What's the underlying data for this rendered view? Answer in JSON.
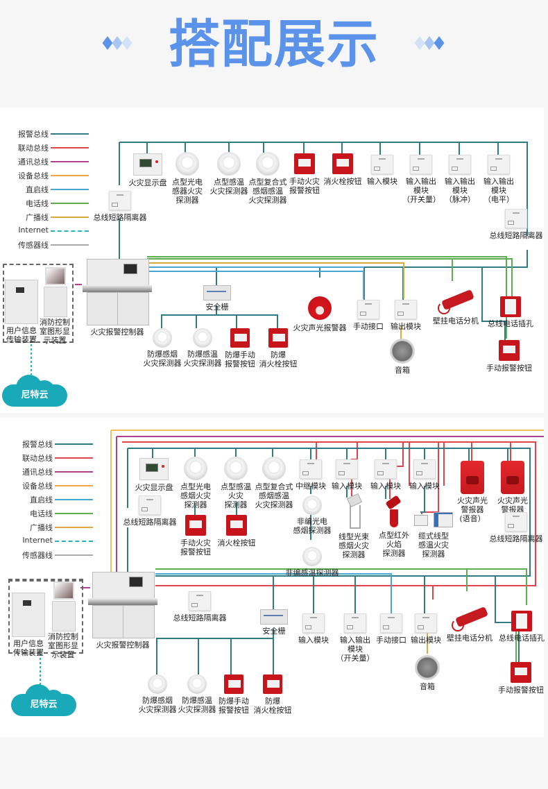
{
  "header": {
    "title": "搭配展示",
    "accent_color": "#5b93ea"
  },
  "legend": [
    {
      "label": "报警总线",
      "color": "#2f7b82",
      "style": "solid"
    },
    {
      "label": "联动总线",
      "color": "#e0434a",
      "style": "solid"
    },
    {
      "label": "通讯总线",
      "color": "#b03f91",
      "style": "solid"
    },
    {
      "label": "设备总线",
      "color": "#f0a640",
      "style": "solid"
    },
    {
      "label": "直启线",
      "color": "#47a6d4",
      "style": "solid"
    },
    {
      "label": "电话线",
      "color": "#5cae4e",
      "style": "solid"
    },
    {
      "label": "广播线",
      "color": "#d9a93a",
      "style": "solid"
    },
    {
      "label": "Internet",
      "color": "#22b4be",
      "style": "dashed"
    },
    {
      "label": "传感器线",
      "color": "#a9a9a9",
      "style": "solid"
    }
  ],
  "diagram1": {
    "bus_devices": [
      {
        "label": "火灾显示盘",
        "icon": "display-panel"
      },
      {
        "label": "点型光电\n感器火灾\n探测器",
        "icon": "smoke-detector"
      },
      {
        "label": "点型感温\n火灾探测器",
        "icon": "heat-detector"
      },
      {
        "label": "点型复合式\n感烟感温\n火灾探测器",
        "icon": "combo-detector"
      },
      {
        "label": "手动火灾\n报警按钮",
        "icon": "manual-call-point"
      },
      {
        "label": "消火栓按钮",
        "icon": "hydrant-button"
      },
      {
        "label": "输入模块",
        "icon": "module"
      },
      {
        "label": "输入输出\n模块\n（开关量）",
        "icon": "module"
      },
      {
        "label": "输入输出\n模块\n（脉冲）",
        "icon": "module"
      },
      {
        "label": "输入输出\n模块\n（电平）",
        "icon": "module"
      }
    ],
    "isolator_left": "总线短路隔离器",
    "isolator_right": "总线短路隔离器",
    "controller": "火灾报警控制器",
    "user_info": "用户信息\n传输装置",
    "graphic_display": "消防控制\n室图形显\n示装置",
    "safety_barrier": "安全栅",
    "ex_devices": [
      {
        "label": "防爆感烟\n火灾探测器",
        "icon": "ex-smoke-detector"
      },
      {
        "label": "防爆感温\n火灾探测器",
        "icon": "ex-heat-detector"
      },
      {
        "label": "防爆手动\n报警按钮",
        "icon": "ex-call-point"
      },
      {
        "label": "防爆\n消火栓按钮",
        "icon": "ex-hydrant-button"
      }
    ],
    "sounder_strobe": "火灾声光报警器",
    "manual_interface": "手动接口",
    "output_module": "输出模块",
    "speaker": "音箱",
    "wall_phone": "壁挂电话分机",
    "phone_jack": "总线电话插孔",
    "manual_alarm": "手动报警按钮",
    "cloud": "尼特云"
  },
  "diagram2": {
    "bus_devices": [
      {
        "label": "火灾显示盘",
        "icon": "display-panel"
      },
      {
        "label": "点型光电\n感烟火灾\n探测器",
        "icon": "smoke-detector"
      },
      {
        "label": "点型感温\n火灾\n探测器",
        "icon": "heat-detector"
      },
      {
        "label": "点型复合式\n感烟感温\n火灾探测器",
        "icon": "combo-detector"
      }
    ],
    "sub_devices": [
      {
        "label": "手动火灾\n报警按钮",
        "icon": "manual-call-point"
      },
      {
        "label": "消火栓按钮",
        "icon": "hydrant-button"
      }
    ],
    "relay_module": "中继模块",
    "non_coded_smoke": "非编光电\n感烟探测器",
    "non_coded_heat": "非编感温探测器",
    "input_modules": [
      {
        "label": "输入模块",
        "sub": "线型光束\n感烟火灾\n探测器"
      },
      {
        "label": "输入模块",
        "sub": "点型红外\n火焰\n探测器"
      },
      {
        "label": "输入模块",
        "sub": "缆式线型\n感温火灾\n探测器"
      }
    ],
    "strobe_voice": "火灾声光\n警报器\n(语音）",
    "strobe": "火灾声光\n警报器",
    "isolator_left": "总线短路隔离器",
    "isolator_right": "总线短路隔离器",
    "isolator_mid": "总线短路隔离器",
    "controller": "火灾报警控制器",
    "user_info": "用户信息\n传输装置",
    "graphic_display": "消防控制\n室图形显\n示装置",
    "safety_barrier": "安全栅",
    "ex_devices": [
      {
        "label": "防爆感烟\n火灾探测器",
        "icon": "ex-smoke-detector"
      },
      {
        "label": "防爆感温\n火灾探测器",
        "icon": "ex-heat-detector"
      },
      {
        "label": "防爆手动\n报警按钮",
        "icon": "ex-call-point"
      },
      {
        "label": "防爆\n消火栓按钮",
        "icon": "ex-hydrant-button"
      }
    ],
    "input_module": "输入模块",
    "io_module": "输入输出\n模块\n（开关量）",
    "manual_interface": "手动接口",
    "output_module": "输出模块",
    "speaker": "音箱",
    "wall_phone": "壁挂电话分机",
    "phone_jack": "总线电话插孔",
    "manual_alarm": "手动报警按钮",
    "cloud": "尼特云"
  }
}
